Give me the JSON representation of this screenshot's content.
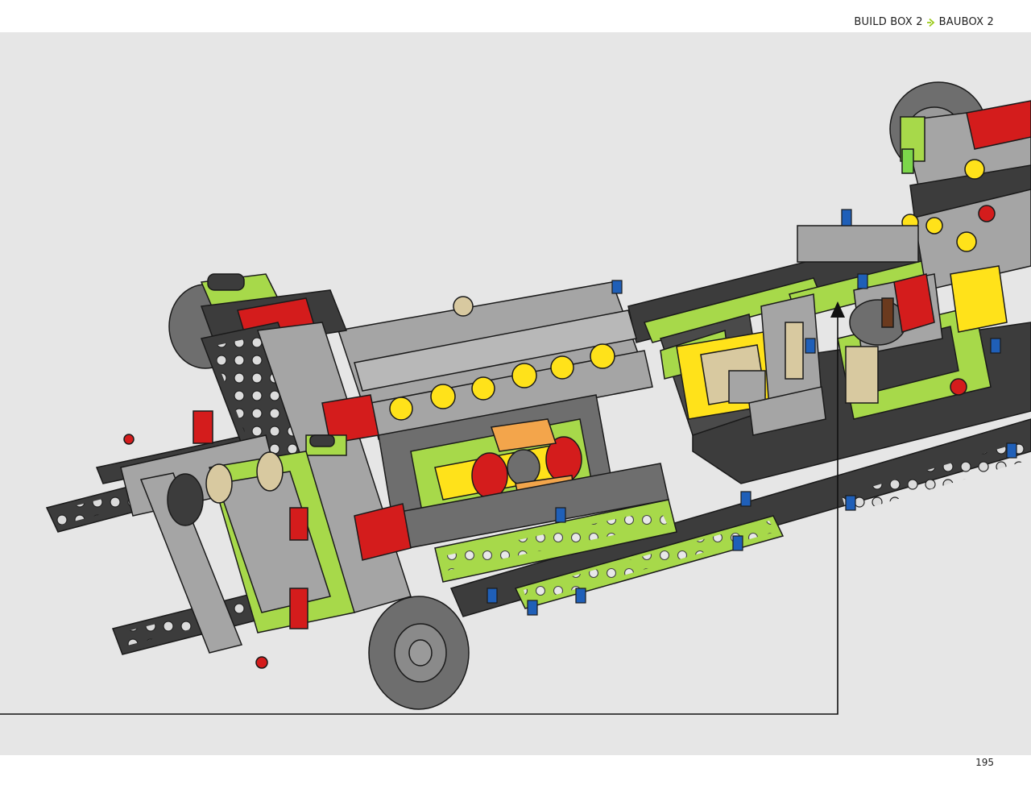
{
  "header": {
    "crumb_left": "BUILD BOX 2",
    "crumb_right": "BAUBOX 2",
    "accent": "#9ccb1b"
  },
  "illustration": {
    "colors": {
      "background": "#e6e6e6",
      "dark_gray": "#3c3c3c",
      "light_gray": "#a5a5a5",
      "lime": "#a7d94a",
      "red": "#d41c1c",
      "yellow": "#ffe21a",
      "orange": "#f3a54b",
      "blue": "#1f5fb8",
      "tan": "#d8c9a0",
      "brown": "#6b3a1e"
    },
    "callout_icon": "arrow-up-icon"
  },
  "footer": {
    "page_number": "195"
  }
}
